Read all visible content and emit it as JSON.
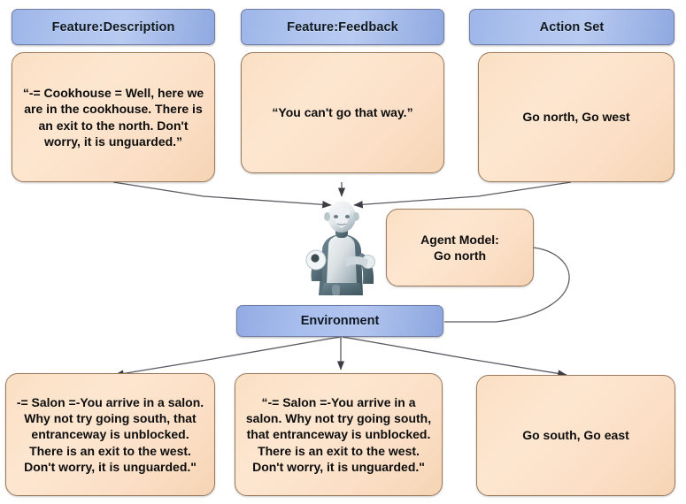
{
  "diagram": {
    "title": "Text-game agent loop diagram",
    "colors": {
      "header_blue": "#aec3ee",
      "header_border": "#6f7da8",
      "content_orange": "#fbe0c8",
      "content_border": "#9c7a5c",
      "edge_line": "#4a4a52",
      "text": "#0d0d0d",
      "background": "#ffffff"
    },
    "headers": [
      {
        "id": "feature-description",
        "label": "Feature:Description"
      },
      {
        "id": "feature-feedback",
        "label": "Feature:Feedback"
      },
      {
        "id": "action-set",
        "label": "Action Set"
      }
    ],
    "inputs": [
      {
        "id": "description-input",
        "text": "“-= Cookhouse = Well, here we are in the cookhouse. There is an exit to the north. Don't worry, it is unguarded.”"
      },
      {
        "id": "feedback-input",
        "text": "“You can't go that way.”"
      },
      {
        "id": "action-set-input",
        "text": "Go north, Go west"
      }
    ],
    "agent": {
      "id": "agent-model",
      "label": "Agent Model:",
      "decision": "Go north",
      "robot_alt": "robot-agent"
    },
    "environment": {
      "id": "environment",
      "label": "Environment"
    },
    "outputs": [
      {
        "id": "next-description-output",
        "text": "-= Salon =-You arrive in a salon. Why not try going south, that entranceway is unblocked. There is an exit to the west. Don't worry, it is unguarded.\""
      },
      {
        "id": "next-feedback-output",
        "text": "“-= Salon =-You arrive in a salon. Why not try going south, that entranceway is unblocked. There is an exit to the west. Don't worry, it is unguarded.\""
      },
      {
        "id": "next-action-set-output",
        "text": "Go south, Go east"
      }
    ]
  }
}
